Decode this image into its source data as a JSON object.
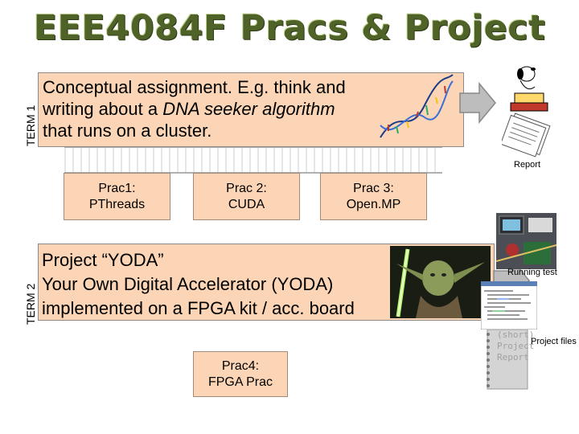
{
  "title": "EEE4084F Pracs & Project",
  "term1": "TERM 1",
  "term2": "TERM 2",
  "assignment": {
    "line1": "Conceptual assignment. E.g. think and",
    "line2_pre": "writing about a ",
    "line2_em": "DNA seeker algorithm",
    "line3": "that runs on a cluster."
  },
  "pracs": [
    {
      "line1": "Prac1:",
      "line2": "PThreads"
    },
    {
      "line1": "Prac 2:",
      "line2": "CUDA"
    },
    {
      "line1": "Prac 3:",
      "line2": "Open.MP"
    }
  ],
  "project": {
    "heading": "Project “YODA”",
    "line1": "Your Own Digital Accelerator (YODA)",
    "line2": "implemented on a FPGA kit / acc. board"
  },
  "prac4": {
    "line1": "Prac4:",
    "line2": "FPGA Prac"
  },
  "labels": {
    "report": "Report",
    "running_test": "Running test",
    "project_files": "Project files",
    "short": "(short)",
    "project": "Project",
    "report2": "Report"
  },
  "colors": {
    "title": "#4f6228",
    "box": "#fbd5b5",
    "arrow": "#bdbdbd"
  },
  "icons": [
    "dna-icon",
    "snoopy-typewriter-icon",
    "report-pages-icon",
    "yoda-icon",
    "lab-bench-photo",
    "code-screenshot",
    "notebook-icon",
    "right-arrow-icon"
  ]
}
